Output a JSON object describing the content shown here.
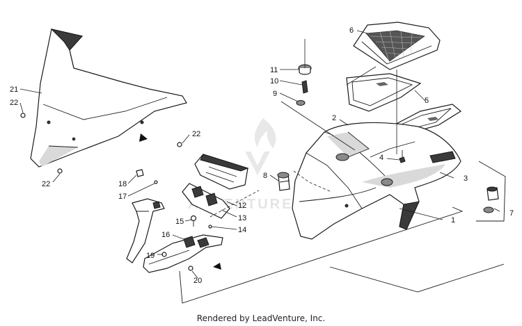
{
  "footer": {
    "text": "Rendered by LeadVenture, Inc."
  },
  "watermark": {
    "text": "ADVENTURE"
  },
  "colors": {
    "line": "#1a1a1a",
    "background": "#ffffff",
    "watermark": "#cfcfcf"
  },
  "callouts": {
    "c1": "1",
    "c2": "2",
    "c3": "3",
    "c4": "4",
    "c5": "5",
    "c6": "6",
    "c7": "7",
    "c8": "8",
    "c9": "9",
    "c10": "10",
    "c11": "11",
    "c12": "12",
    "c13": "13",
    "c14": "14",
    "c15": "15",
    "c16": "16",
    "c17": "17",
    "c18": "18",
    "c19": "19",
    "c20": "20",
    "c21": "21",
    "c22a": "22",
    "c22b": "22",
    "c22c": "22"
  }
}
